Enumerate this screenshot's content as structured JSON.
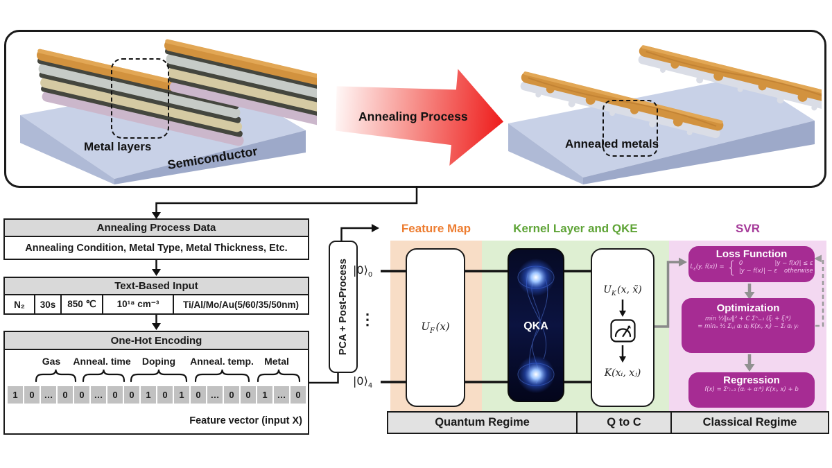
{
  "top_panel": {
    "metal_layers_label": "Metal layers",
    "semiconductor_label": "Semiconductor",
    "arrow_label": "Annealing Process",
    "annealed_label": "Annealed metals"
  },
  "flowchart": {
    "box1": {
      "title": "Annealing Process Data",
      "body": "Annealing Condition, Metal Type, Metal Thickness, Etc."
    },
    "box2": {
      "title": "Text-Based Input",
      "cells": [
        "N₂",
        "30s",
        "850 ℃",
        "10¹⁸ cm⁻³",
        "Ti/Al/Mo/Au(5/60/35/50nm)"
      ]
    },
    "box3": {
      "title": "One-Hot Encoding",
      "groups": [
        "Gas",
        "Anneal. time",
        "Doping",
        "Anneal. temp.",
        "Metal"
      ],
      "cells": [
        "1",
        "0",
        "…",
        "0",
        "0",
        "…",
        "0",
        "0",
        "1",
        "0",
        "1",
        "0",
        "…",
        "0",
        "0",
        "1",
        "…",
        "0"
      ],
      "caption": "Feature vector (input X)"
    }
  },
  "pipeline": {
    "pca_label": "PCA + Post-Process",
    "qubits": {
      "top_ket": "|0⟩",
      "top_sub": "0",
      "bottom_ket": "|0⟩",
      "bottom_sub": "4",
      "dots": "⋮"
    },
    "sections": {
      "feature_map": "Feature Map",
      "kernel": "Kernel Layer and QKE",
      "svr": "SVR"
    },
    "uf": {
      "u": "U",
      "sub": "F",
      "arg": "(x)"
    },
    "qka_label": "QKA",
    "uk": {
      "u": "U",
      "sub": "K",
      "arg": "(x, x̃)"
    },
    "k_out": "K(xᵢ, xⱼ)",
    "svr_boxes": {
      "loss": {
        "title": "Loss Function",
        "lhs_l": "L",
        "lhs_sub": "ε",
        "lhs_rest": "(y, f(x)) =",
        "brace": "{",
        "case1_val": "0",
        "case1_cond": "|y − f(x)| ≤ ε",
        "case2_val": "|y − f(x)| − ε",
        "case2_cond": "otherwise"
      },
      "opt": {
        "title": "Optimization",
        "line1": "min ½‖ω‖² + C Σⁿᵢ₌₁ (ξᵢ + ξᵢ*)",
        "line2": "= minₐ ½ Σᵢ,ⱼ αᵢ αⱼ K(xᵢ, xⱼ) − Σᵢ αᵢ yᵢ"
      },
      "reg": {
        "title": "Regression",
        "formula": "f(x) = Σⁿᵢ₌₁ (αᵢ + αᵢ*) K(xᵢ, x) + b"
      }
    },
    "regime_bar": [
      "Quantum Regime",
      "Q to C",
      "Classical Regime"
    ]
  },
  "colors": {
    "feature_map_label": "#ED7D31",
    "kernel_label": "#5FA437",
    "svr_label": "#A53A99",
    "svr_box": "#A62C93",
    "band_peach": "#F8DDC6",
    "band_green": "#DEEFD2",
    "band_pink": "#F3D8F1",
    "arrow_red": "#EE1C1B"
  }
}
